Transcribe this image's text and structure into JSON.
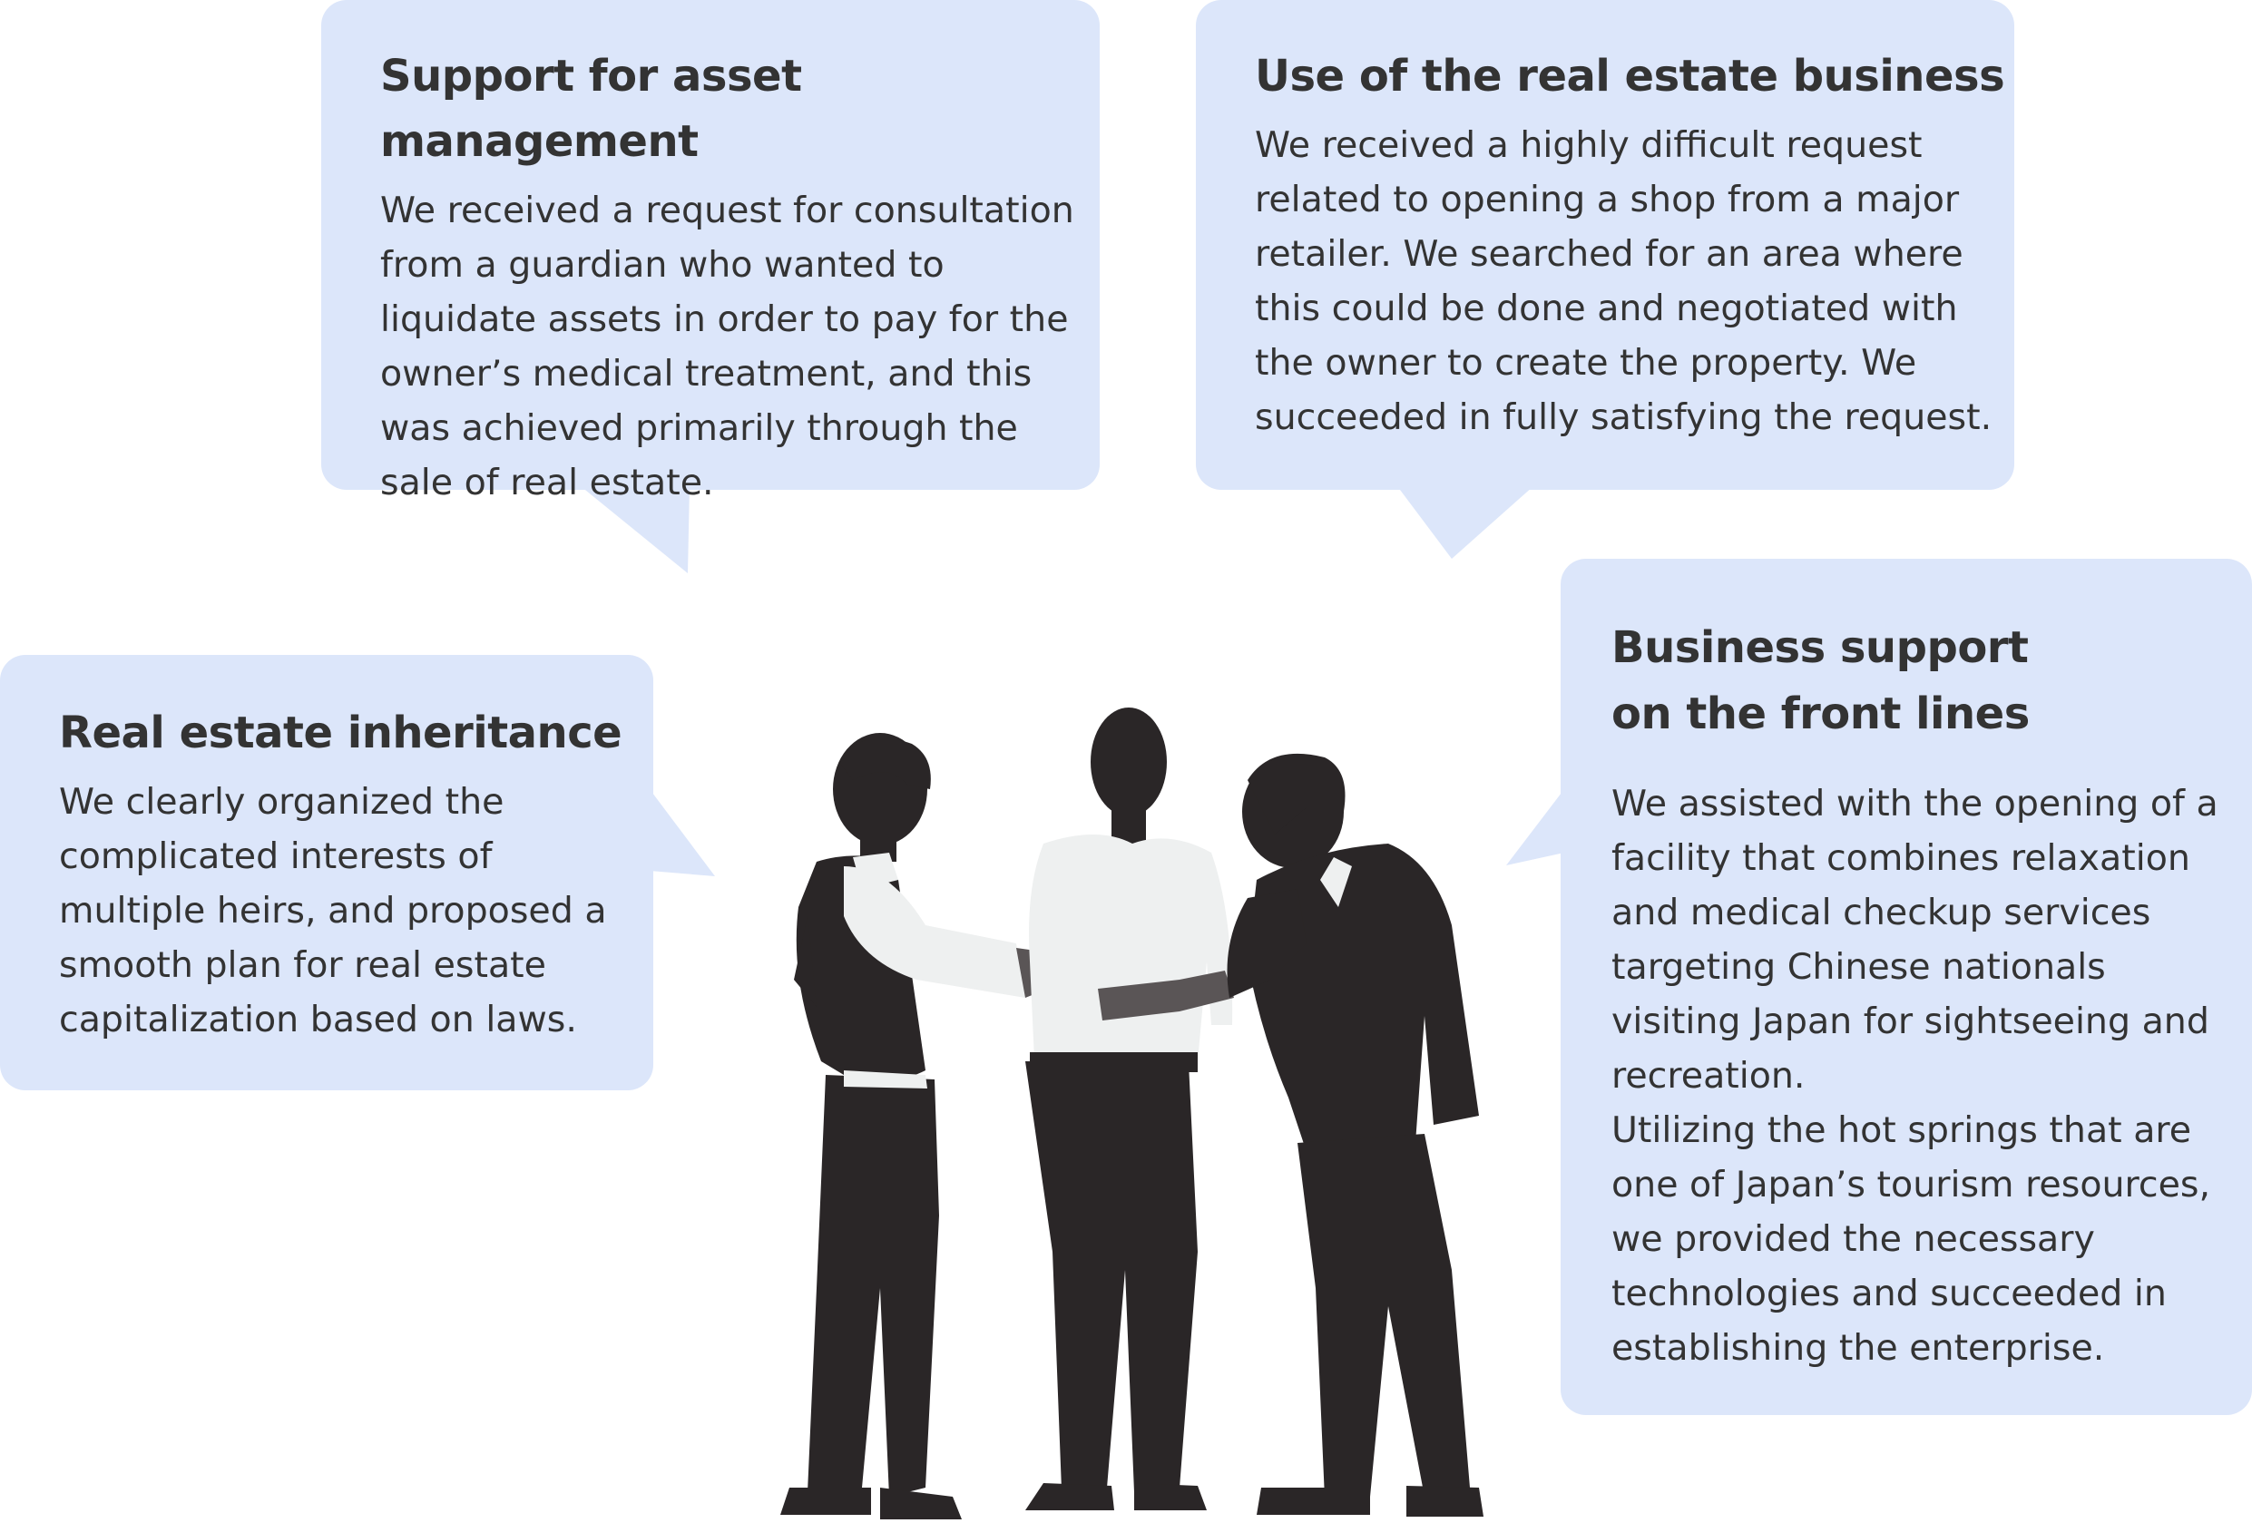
{
  "colors": {
    "bubble_fill": "#dce6fa",
    "text": "#333333",
    "silhouette": "#2a2627",
    "shirt": "#eef0f0"
  },
  "bubbles": {
    "asset_management": {
      "title": "Support for asset management",
      "body": "We received a request for consultation\nfrom a guardian who wanted to\nliquidate assets in order to pay for the\nowner’s medical treatment, and this\nwas achieved primarily through the\nsale of real estate."
    },
    "real_estate_business": {
      "title": "Use of the real estate business",
      "body": "We received a highly difficult request\nrelated to opening a shop from a major\nretailer. We searched for an area where\nthis could be done and negotiated with\nthe owner to create the property. We\nsucceeded in fully satisfying the request."
    },
    "inheritance": {
      "title": "Real estate inheritance",
      "body": "We clearly organized the\ncomplicated interests of\nmultiple heirs, and proposed a\nsmooth plan for real estate\ncapitalization based on laws."
    },
    "front_lines": {
      "title_line1": "Business support",
      "title_line2": "on the front lines",
      "body": "We assisted with the opening of a\nfacility that combines relaxation\nand medical checkup services\ntargeting Chinese nationals\nvisiting Japan for sightseeing and\nrecreation.\nUtilizing the hot springs that are\none of Japan’s tourism resources,\nwe provided the necessary\ntechnologies and succeeded in\nestablishing the enterprise."
    }
  },
  "illustration": {
    "icon": "businessmen-silhouette-icon"
  }
}
